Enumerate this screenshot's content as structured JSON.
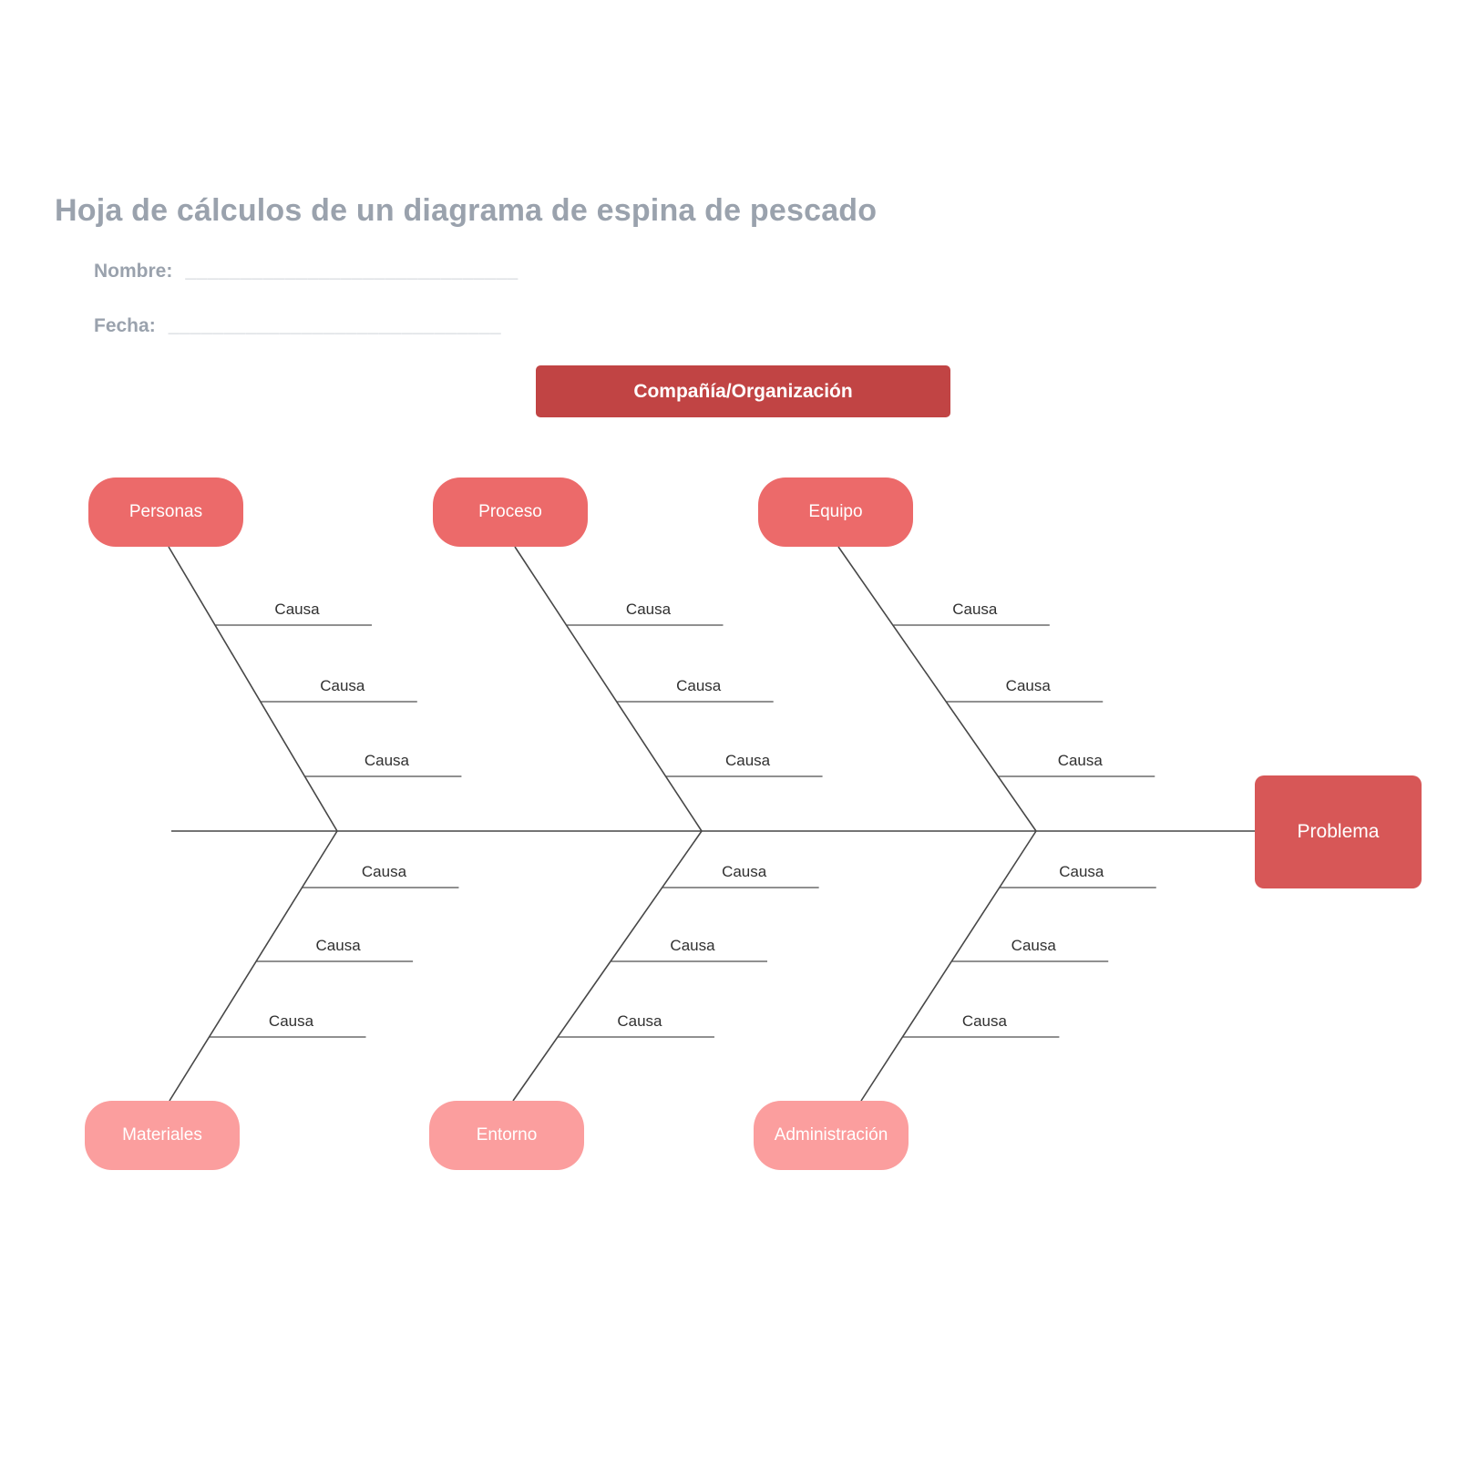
{
  "page": {
    "title": "Hoja de cálculos de un diagrama de espina de pescado",
    "title_color": "#9aa2ad",
    "background": "#ffffff"
  },
  "form": {
    "name_label": "Nombre:",
    "name_blank": "______________________________",
    "date_label": "Fecha:",
    "date_blank": "______________________________",
    "label_color": "#9aa2ad",
    "blank_color": "#c3c8cf"
  },
  "diagram": {
    "company_label": "Compañía/Organización",
    "problem_label": "Problema",
    "categories": [
      {
        "name": "Personas",
        "side": "top",
        "causes": [
          "Causa",
          "Causa",
          "Causa"
        ]
      },
      {
        "name": "Proceso",
        "side": "top",
        "causes": [
          "Causa",
          "Causa",
          "Causa"
        ]
      },
      {
        "name": "Equipo",
        "side": "top",
        "causes": [
          "Causa",
          "Causa",
          "Causa"
        ]
      },
      {
        "name": "Materiales",
        "side": "bottom",
        "causes": [
          "Causa",
          "Causa",
          "Causa"
        ]
      },
      {
        "name": "Entorno",
        "side": "bottom",
        "causes": [
          "Causa",
          "Causa",
          "Causa"
        ]
      },
      {
        "name": "Administración",
        "side": "bottom",
        "causes": [
          "Causa",
          "Causa",
          "Causa"
        ]
      }
    ],
    "colors": {
      "company_box": "#c14444",
      "problem_box": "#d75757",
      "top_pill": "#ec6a6a",
      "bottom_pill": "#fb9e9e",
      "skeleton_line": "#474747",
      "cause_line": "#4d4d4d"
    }
  }
}
